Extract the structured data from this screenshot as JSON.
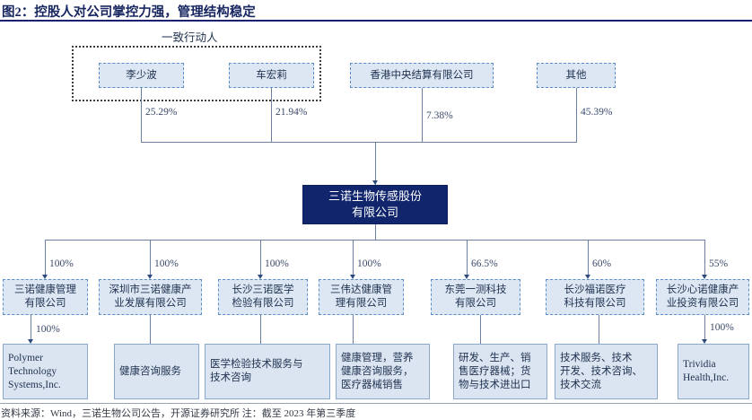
{
  "title": "图2：控股人对公司掌控力强，管理结构稳定",
  "group": {
    "label": "一致行动人"
  },
  "shareholders": [
    {
      "name": "李少波",
      "pct": "25.29%"
    },
    {
      "name": "车宏莉",
      "pct": "21.94%"
    },
    {
      "name": "香港中央结算有限公司",
      "pct": "7.38%"
    },
    {
      "name": "其他",
      "pct": "45.39%"
    }
  ],
  "company": {
    "name": "三诺生物传感股份\n有限公司"
  },
  "subsidiaries": [
    {
      "name": "三诺健康管理\n有限公司",
      "pct": "100%",
      "desc": "",
      "child_pct": "100%",
      "child": "Polymer\nTechnology\nSystems,Inc."
    },
    {
      "name": "深圳市三诺健康产\n业发展有限公司",
      "pct": "100%",
      "desc": "健康咨询服务"
    },
    {
      "name": "长沙三诺医学\n检验有限公司",
      "pct": "100%",
      "desc": "医学检验技术服务与\n技术咨询"
    },
    {
      "name": "三伟达健康管\n理有限公司",
      "pct": "100%",
      "desc": "健康管理，营养\n健康咨询服务，\n医疗器械销售"
    },
    {
      "name": "东莞一测科技\n有限公司",
      "pct": "66.5%",
      "desc": "研发、生产、销\n售医疗器械；货\n物与技术进出口"
    },
    {
      "name": "长沙福诺医疗\n科技有限公司",
      "pct": "60%",
      "desc": "技术服务、技术\n开发、技术咨询、\n技术交流"
    },
    {
      "name": "长沙心诺健康产\n业投资有限公司",
      "pct": "55%",
      "desc": "",
      "child_pct": "100%",
      "child": "Trividia\nHealth,Inc."
    }
  ],
  "footer": "资料来源：Wind，三诺生物公司公告，开源证券研究所  注：截至 2023 年第三季度",
  "colors": {
    "title": "#17255f",
    "box_fill": "#dce7f3",
    "box_border": "#5b8fc9",
    "navy_fill": "#11256d",
    "line": "#6b7fa5"
  }
}
